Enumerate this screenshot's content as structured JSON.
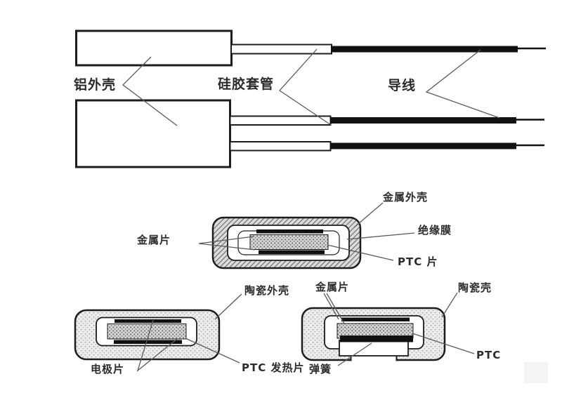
{
  "figure": {
    "description_labels_only": true,
    "top_section": {
      "labels": {
        "aluminum_shell": "铝外壳",
        "silicone_sleeve": "硅胶套管",
        "lead_wire": "导线"
      }
    },
    "middle_diagram": {
      "labels": {
        "metal_sheet": "金属片",
        "metal_shell": "金属外壳",
        "insulation_film": "绝缘膜",
        "ptc_chip": "PTC 片"
      }
    },
    "bottom_left_diagram": {
      "labels": {
        "ceramic_shell": "陶瓷外壳",
        "electrode_sheet": "电极片",
        "ptc_heating_sheet": "PTC 发热片"
      }
    },
    "bottom_right_diagram": {
      "labels": {
        "metal_sheet": "金属片",
        "ceramic_shell": "陶瓷壳",
        "ptc": "PTC",
        "spring": "弹簧"
      }
    }
  },
  "colors": {
    "background": "#ffffff",
    "diagram_line": "#1c1c1c",
    "leader_line": "#5a5a5a",
    "text": "#2b2b2b",
    "hatch_fill": "#dcdcdc",
    "stipple_shell_fill": "#ececec",
    "stipple_ptc_fill": "#d6d6d6"
  }
}
